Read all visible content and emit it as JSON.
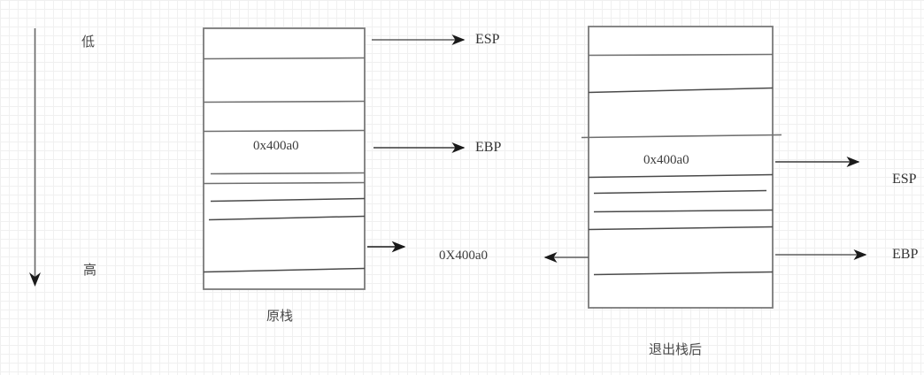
{
  "diagram": {
    "title_left": "原栈",
    "title_right": "退出栈后",
    "direction_axis": {
      "low_label": "低",
      "high_label": "高",
      "arrow": "down-arrow"
    },
    "left_stack": {
      "name": "原栈",
      "cell_value": "0x400a0",
      "pointers": [
        {
          "label": "ESP",
          "arrow": "right-arrow"
        },
        {
          "label": "EBP",
          "arrow": "right-arrow"
        }
      ],
      "annotation": {
        "label": "0X400a0",
        "arrow": "right-arrow"
      }
    },
    "right_stack": {
      "name": "退出栈后",
      "cell_value": "0x400a0",
      "pointers": [
        {
          "label": "ESP",
          "arrow": "right-arrow"
        },
        {
          "label": "EBP",
          "arrow": "right-arrow"
        }
      ],
      "incoming": {
        "arrow": "left-arrow"
      }
    },
    "colors": {
      "stroke": "#6b6b6b",
      "stroke_dark": "#1a1a1a",
      "grid": "#f0f0f0",
      "text": "#3a3a3a",
      "background": "#ffffff"
    }
  }
}
